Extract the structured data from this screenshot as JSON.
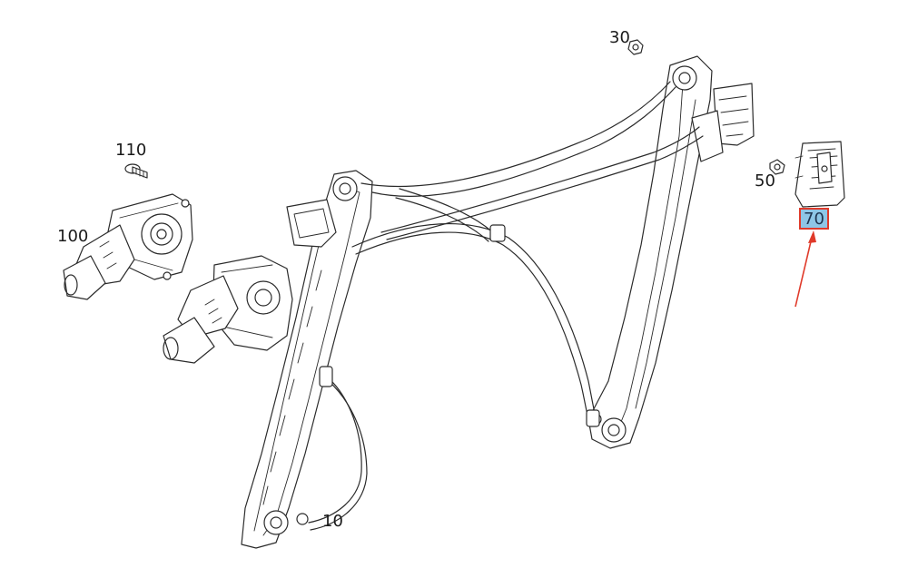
{
  "labels": {
    "p10": "10",
    "p30": "30",
    "p50": "50",
    "p70": "70",
    "p100": "100",
    "p110": "110"
  },
  "colors": {
    "highlight_fill": "#8ec6e6",
    "highlight_border": "#e03a2a",
    "arrow": "#e03a2a",
    "line": "#2b2b2b"
  },
  "icons": {
    "motor_100": "window-motor-icon",
    "motor_mounted": "window-motor-icon",
    "regulator_10": "window-regulator-icon",
    "module_70": "control-module-icon",
    "screw_110": "screw-icon",
    "nut_30": "nut-icon",
    "nut_50": "nut-icon"
  }
}
